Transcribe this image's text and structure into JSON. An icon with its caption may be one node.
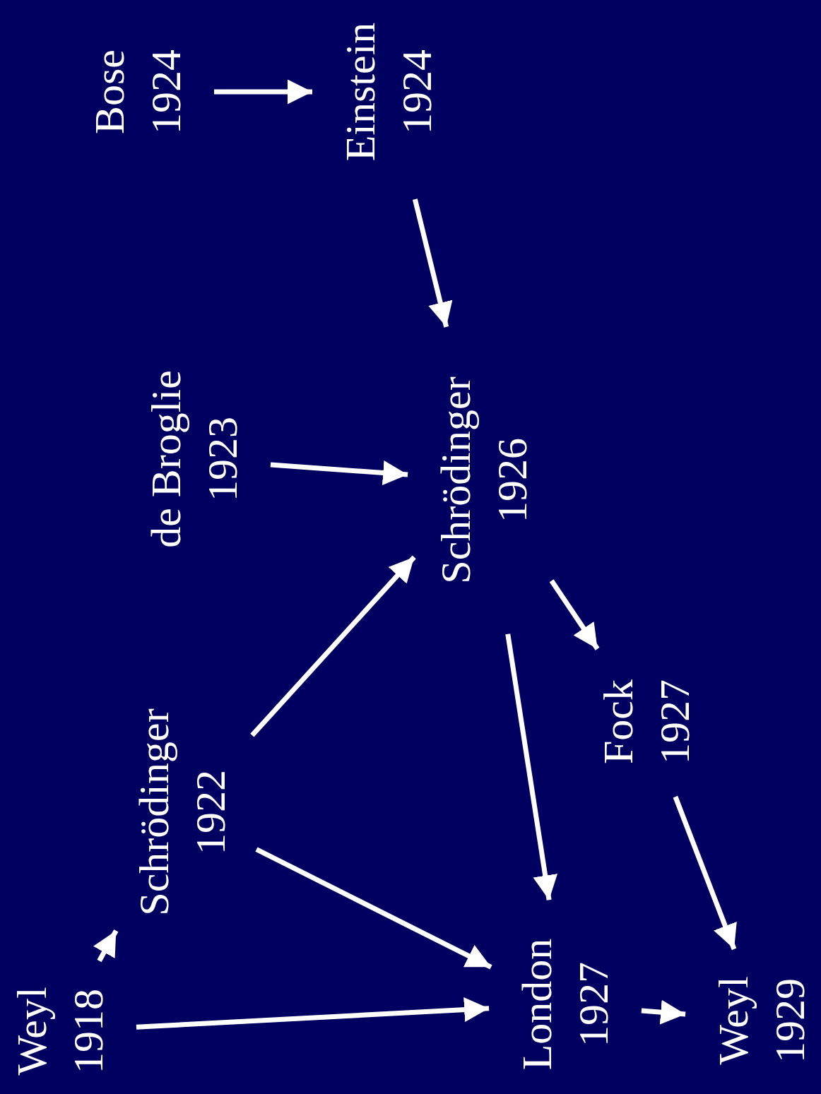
{
  "diagram": {
    "nodes": [
      {
        "text": [
          "Bose",
          "1924"
        ]
      },
      {
        "text": [
          "Einstein",
          "1924"
        ]
      },
      {
        "text": [
          "de Broglie",
          "1923"
        ]
      },
      {
        "text": [
          "Schrödinger",
          "1926"
        ]
      },
      {
        "text": [
          "Schrödinger",
          "1922"
        ]
      },
      {
        "text": [
          "Fock",
          "1927"
        ]
      },
      {
        "text": [
          "Weyl",
          "1918"
        ]
      },
      {
        "text": [
          "London",
          "1927"
        ]
      },
      {
        "text": [
          "Weyl",
          "1929"
        ]
      }
    ],
    "edges": [
      {
        "from": 0,
        "to": 1,
        "arrow": "to"
      },
      {
        "from": 1,
        "to": 3,
        "arrow": "to"
      },
      {
        "from": 2,
        "to": 3,
        "arrow": "to"
      },
      {
        "from": 4,
        "to": 3,
        "arrow": "to"
      },
      {
        "from": 3,
        "to": 5,
        "arrow": "to"
      },
      {
        "from": 3,
        "to": 7,
        "arrow": "to"
      },
      {
        "from": 4,
        "to": 7,
        "arrow": "to"
      },
      {
        "from": 6,
        "to": 4,
        "arrow": "to"
      },
      {
        "from": 6,
        "to": 7,
        "arrow": "to"
      },
      {
        "from": 7,
        "to": 8,
        "arrow": "to"
      },
      {
        "from": 5,
        "to": 8,
        "arrow": "to"
      }
    ]
  }
}
